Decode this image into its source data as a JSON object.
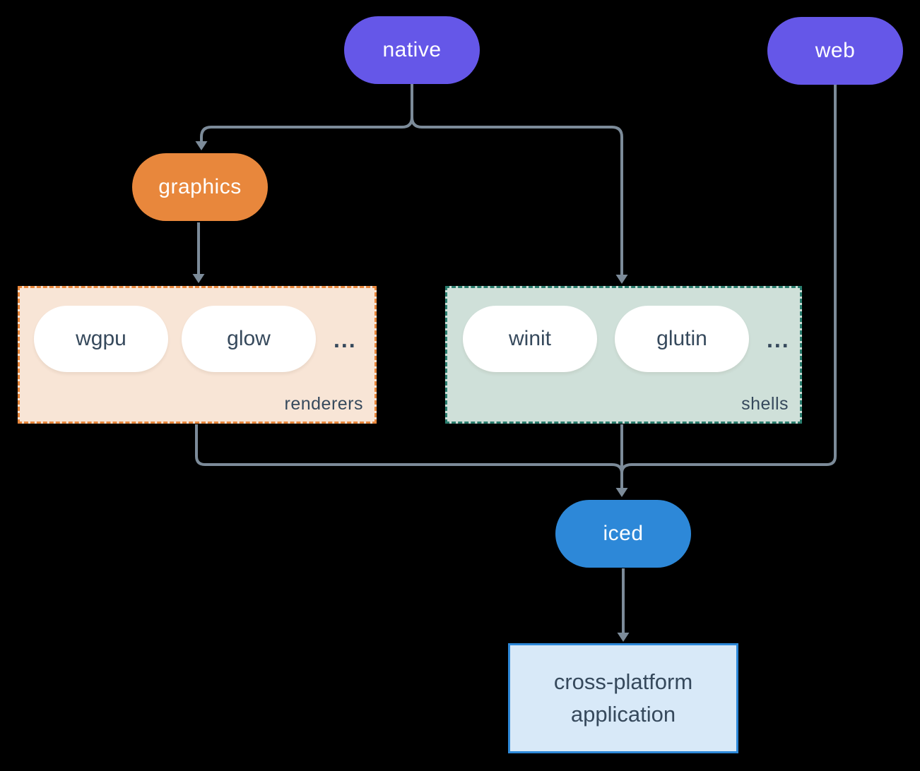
{
  "diagram": {
    "nodes": {
      "native": "native",
      "web": "web",
      "graphics": "graphics",
      "iced": "iced",
      "application": "cross-platform application"
    },
    "groups": {
      "renderers": {
        "label": "renderers",
        "items": [
          "wgpu",
          "glow"
        ],
        "ellipsis": "..."
      },
      "shells": {
        "label": "shells",
        "items": [
          "winit",
          "glutin"
        ],
        "ellipsis": "..."
      }
    },
    "edges": [
      {
        "from": "native",
        "to": "graphics"
      },
      {
        "from": "native",
        "to": "shells"
      },
      {
        "from": "graphics",
        "to": "renderers"
      },
      {
        "from": "renderers",
        "to": "iced"
      },
      {
        "from": "shells",
        "to": "iced"
      },
      {
        "from": "web",
        "to": "iced"
      },
      {
        "from": "iced",
        "to": "application"
      }
    ],
    "colors": {
      "purple": "#6557e8",
      "orange": "#e8873c",
      "blue": "#2d88d8",
      "renderers_fill": "#f8e5d6",
      "renderers_border": "#e8873c",
      "shells_fill": "#cfe0d9",
      "shells_border": "#2a7d6e",
      "app_fill": "#d8e9f8",
      "app_border": "#2d88d8",
      "line": "#7c8b99",
      "dark_text": "#36495c",
      "white": "#ffffff"
    }
  }
}
